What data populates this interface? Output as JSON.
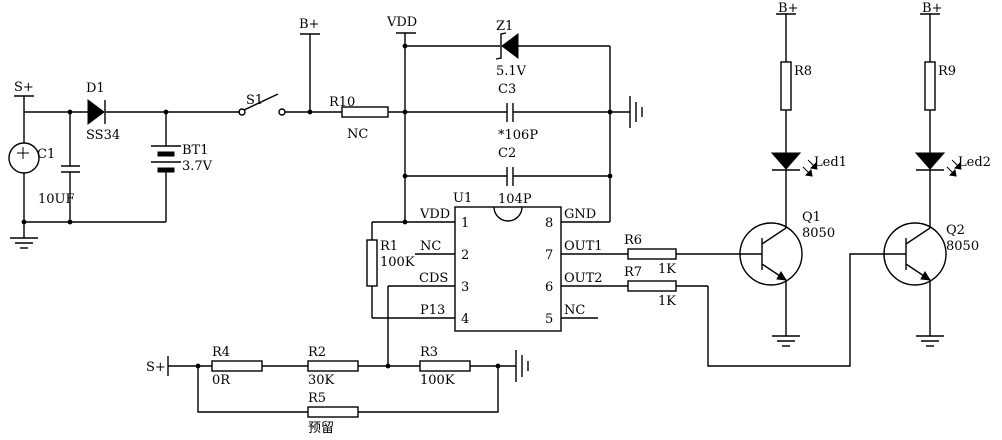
{
  "labels": {
    "s_plus_left": "S+",
    "c1": "C1",
    "c1_value": "10UF",
    "d1": "D1",
    "d1_value": "SS34",
    "bt1": "BT1",
    "bt1_value": "3.7V",
    "s1": "S1",
    "bplus_top": "B+",
    "r10": "R10",
    "r10_value": "NC",
    "vdd_top": "VDD",
    "z1": "Z1",
    "z1_value": "5.1V",
    "c3": "C3",
    "c3_value": "*106P",
    "c2": "C2",
    "c2_value": "104P",
    "u1": "U1",
    "pin_vdd": "VDD",
    "pin_nc_left": "NC",
    "pin_cds": "CDS",
    "pin_p13": "P13",
    "pin_gnd": "GND",
    "pin_out1": "OUT1",
    "pin_out2": "OUT2",
    "pin_nc_right": "NC",
    "pin1": "1",
    "pin2": "2",
    "pin3": "3",
    "pin4": "4",
    "pin5": "5",
    "pin6": "6",
    "pin7": "7",
    "pin8": "8",
    "r1": "R1",
    "r1_value": "100K",
    "r6": "R6",
    "r6_value": "1K",
    "r7": "R7",
    "r7_value": "1K",
    "bplus_r8": "B+",
    "r8": "R8",
    "led1": "Led1",
    "q1": "Q1",
    "q1_value": "8050",
    "bplus_r9": "B+",
    "r9": "R9",
    "led2": "Led2",
    "q2": "Q2",
    "q2_value": "8050",
    "s_plus_bottom": "S+",
    "r4": "R4",
    "r4_value": "0R",
    "r2": "R2",
    "r2_value": "30K",
    "r3": "R3",
    "r3_value": "100K",
    "r5": "R5",
    "r5_value": "预留"
  }
}
